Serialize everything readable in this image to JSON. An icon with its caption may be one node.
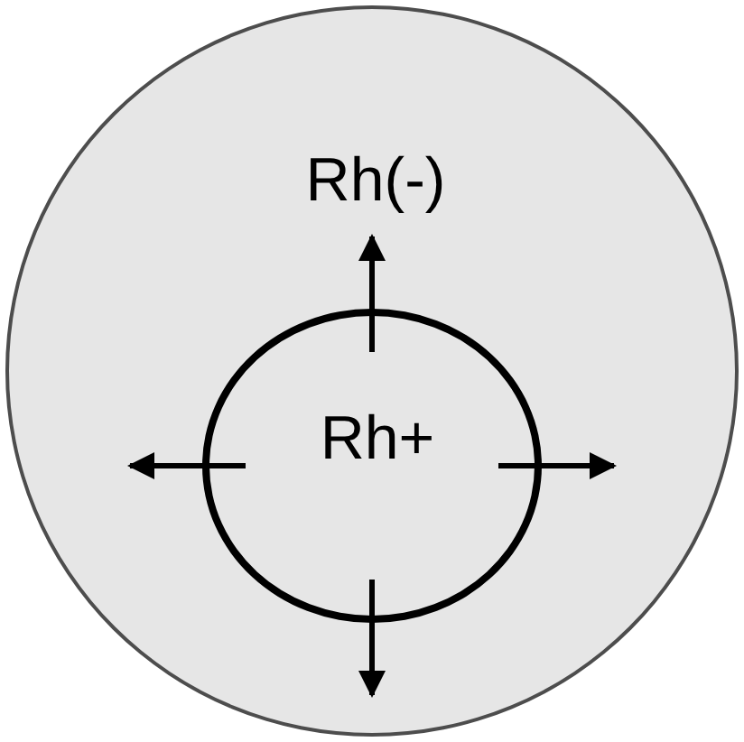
{
  "diagram": {
    "nodes": [
      {
        "text": [
          "Rh(-)"
        ]
      },
      {
        "text": [
          "Rh+"
        ],
        "in": 0
      }
    ],
    "edges": [
      {
        "from": 1,
        "to": null,
        "arrow": "to"
      },
      {
        "from": 1,
        "to": null,
        "arrow": "to"
      },
      {
        "from": 1,
        "to": null,
        "arrow": "to"
      },
      {
        "from": 1,
        "to": null,
        "arrow": "to"
      }
    ]
  }
}
